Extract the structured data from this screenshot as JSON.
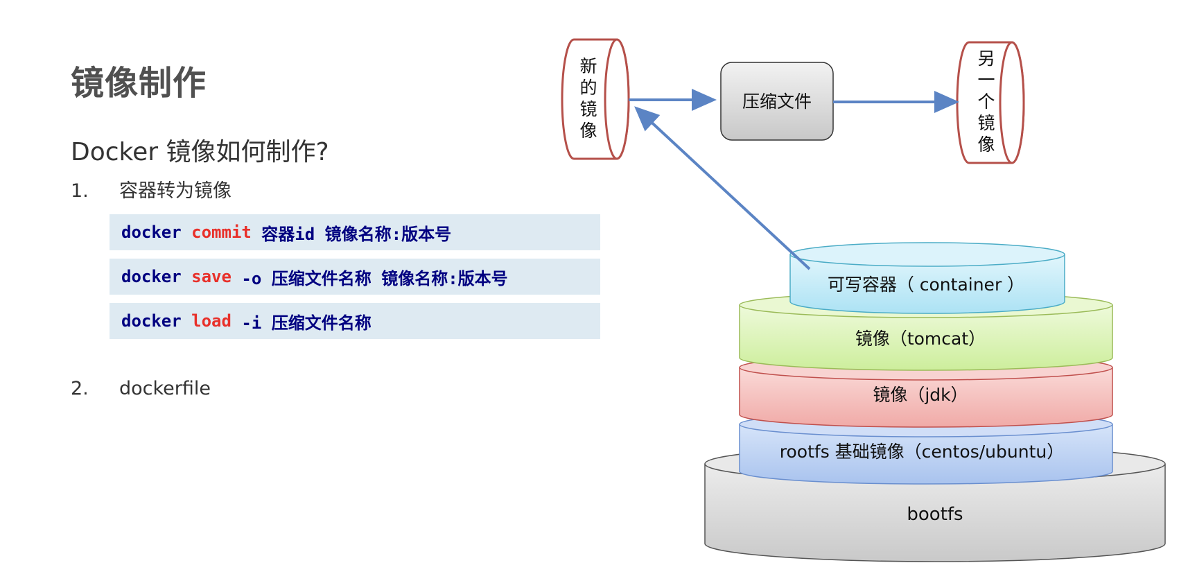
{
  "title": "镜像制作",
  "subtitle": "Docker 镜像如何制作?",
  "list": [
    {
      "num": "1.",
      "text": "容器转为镜像"
    },
    {
      "num": "2.",
      "text": "dockerfile"
    }
  ],
  "commands": [
    {
      "cmd": "docker",
      "kw": "commit",
      "args": " 容器id 镜像名称:版本号"
    },
    {
      "cmd": "docker",
      "kw": "save",
      "args": " -o 压缩文件名称 镜像名称:版本号"
    },
    {
      "cmd": "docker",
      "kw": "load",
      "args": " -i 压缩文件名称"
    }
  ],
  "diagram": {
    "new_image": [
      "新",
      "的",
      "镜",
      "像"
    ],
    "archive": "压缩文件",
    "another_image": [
      "另",
      "一",
      "个",
      "镜",
      "像"
    ],
    "layers": {
      "container": "可写容器（ container ）",
      "tomcat": "镜像（tomcat）",
      "jdk": "镜像（jdk）",
      "rootfs": "rootfs 基础镜像（centos/ubuntu）",
      "bootfs": "bootfs"
    },
    "colors": {
      "cylinder_border": "#b5504a",
      "arrow": "#5b84c4",
      "container_fill": "#c9ecf8",
      "tomcat_fill": "#def5b8",
      "jdk_fill": "#f6c6c4",
      "rootfs_fill": "#c5d8f5",
      "bootfs_fill": "#dcdcdc"
    }
  }
}
